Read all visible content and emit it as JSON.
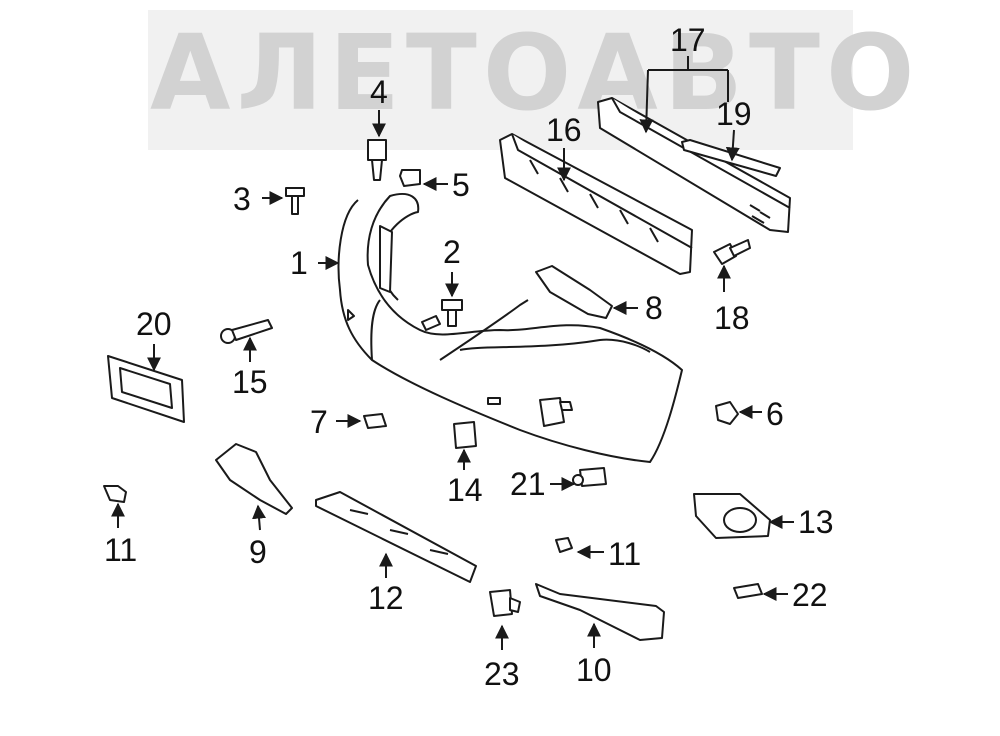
{
  "watermark": {
    "text": "АЛЕТОАВТО"
  },
  "diagram": {
    "colors": {
      "line": "#1a1a1a",
      "part_fill": "#ffffff",
      "watermark": "#cfcfcf"
    },
    "callouts": {
      "c1": "1",
      "c2": "2",
      "c3": "3",
      "c4": "4",
      "c5": "5",
      "c6": "6",
      "c7": "7",
      "c8": "8",
      "c9": "9",
      "c10": "10",
      "c11a": "11",
      "c11b": "11",
      "c12": "12",
      "c13": "13",
      "c14": "14",
      "c15": "15",
      "c16": "16",
      "c17": "17",
      "c18": "18",
      "c19": "19",
      "c20": "20",
      "c21": "21",
      "c22": "22",
      "c23": "23"
    }
  }
}
